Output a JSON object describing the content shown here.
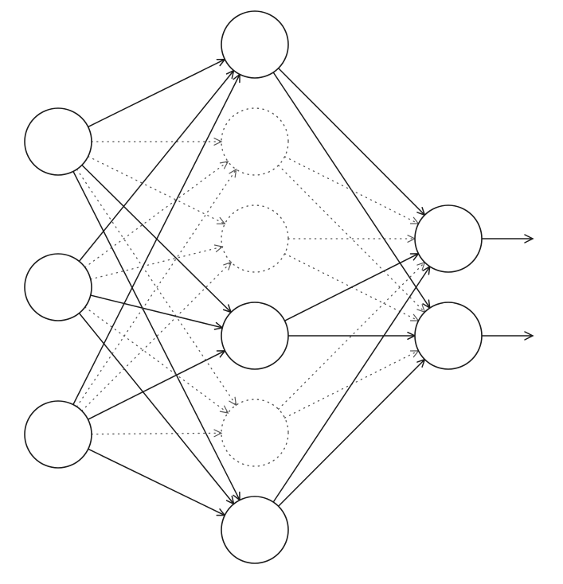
{
  "network": {
    "layers": [
      {
        "id": "input",
        "nodes": [
          {
            "id": "i1",
            "dropped": false
          },
          {
            "id": "i2",
            "dropped": false
          },
          {
            "id": "i3",
            "dropped": false
          }
        ]
      },
      {
        "id": "hidden",
        "nodes": [
          {
            "id": "h1",
            "dropped": false
          },
          {
            "id": "h2",
            "dropped": true
          },
          {
            "id": "h3",
            "dropped": true
          },
          {
            "id": "h4",
            "dropped": false
          },
          {
            "id": "h5",
            "dropped": true
          },
          {
            "id": "h6",
            "dropped": false
          }
        ]
      },
      {
        "id": "output",
        "nodes": [
          {
            "id": "o1",
            "dropped": false
          },
          {
            "id": "o2",
            "dropped": false
          }
        ]
      }
    ],
    "output_arrows": 2
  },
  "colors": {
    "active_stroke": "#1a1a1a",
    "dropped_stroke": "#555555",
    "background": "#ffffff"
  }
}
